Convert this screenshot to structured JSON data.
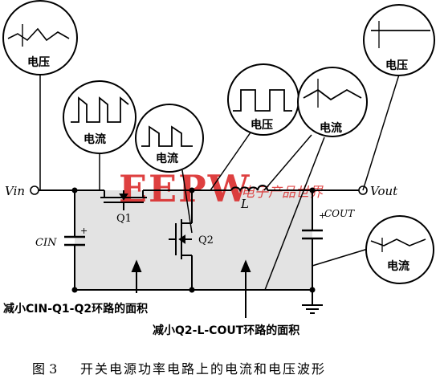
{
  "labels": {
    "vin": "Vin",
    "vout": "Vout",
    "q1": "Q1",
    "q2": "Q2",
    "cin": "CIN",
    "cout": "COUT",
    "inductor": "L",
    "plus_cin": "+",
    "plus_cout": "+"
  },
  "bubbles": {
    "vin_voltage": "电压",
    "q1_current": "电流",
    "q2_current": "电流",
    "sw_voltage": "电压",
    "l_current": "电流",
    "vout_voltage": "电压",
    "cout_current": "电流"
  },
  "annotations": {
    "loop1": "减小CIN-Q1-Q2环路的面积",
    "loop2": "减小Q2-L-COUT环路的面积"
  },
  "caption": {
    "number": "图 3",
    "text": "开关电源功率电路上的电流和电压波形"
  },
  "watermark": {
    "logo": "EEPW",
    "cn": "电子产品世界"
  },
  "colors": {
    "line": "#000000",
    "loop_fill": "#e3e3e3",
    "watermark_red": "#d81e1e"
  }
}
